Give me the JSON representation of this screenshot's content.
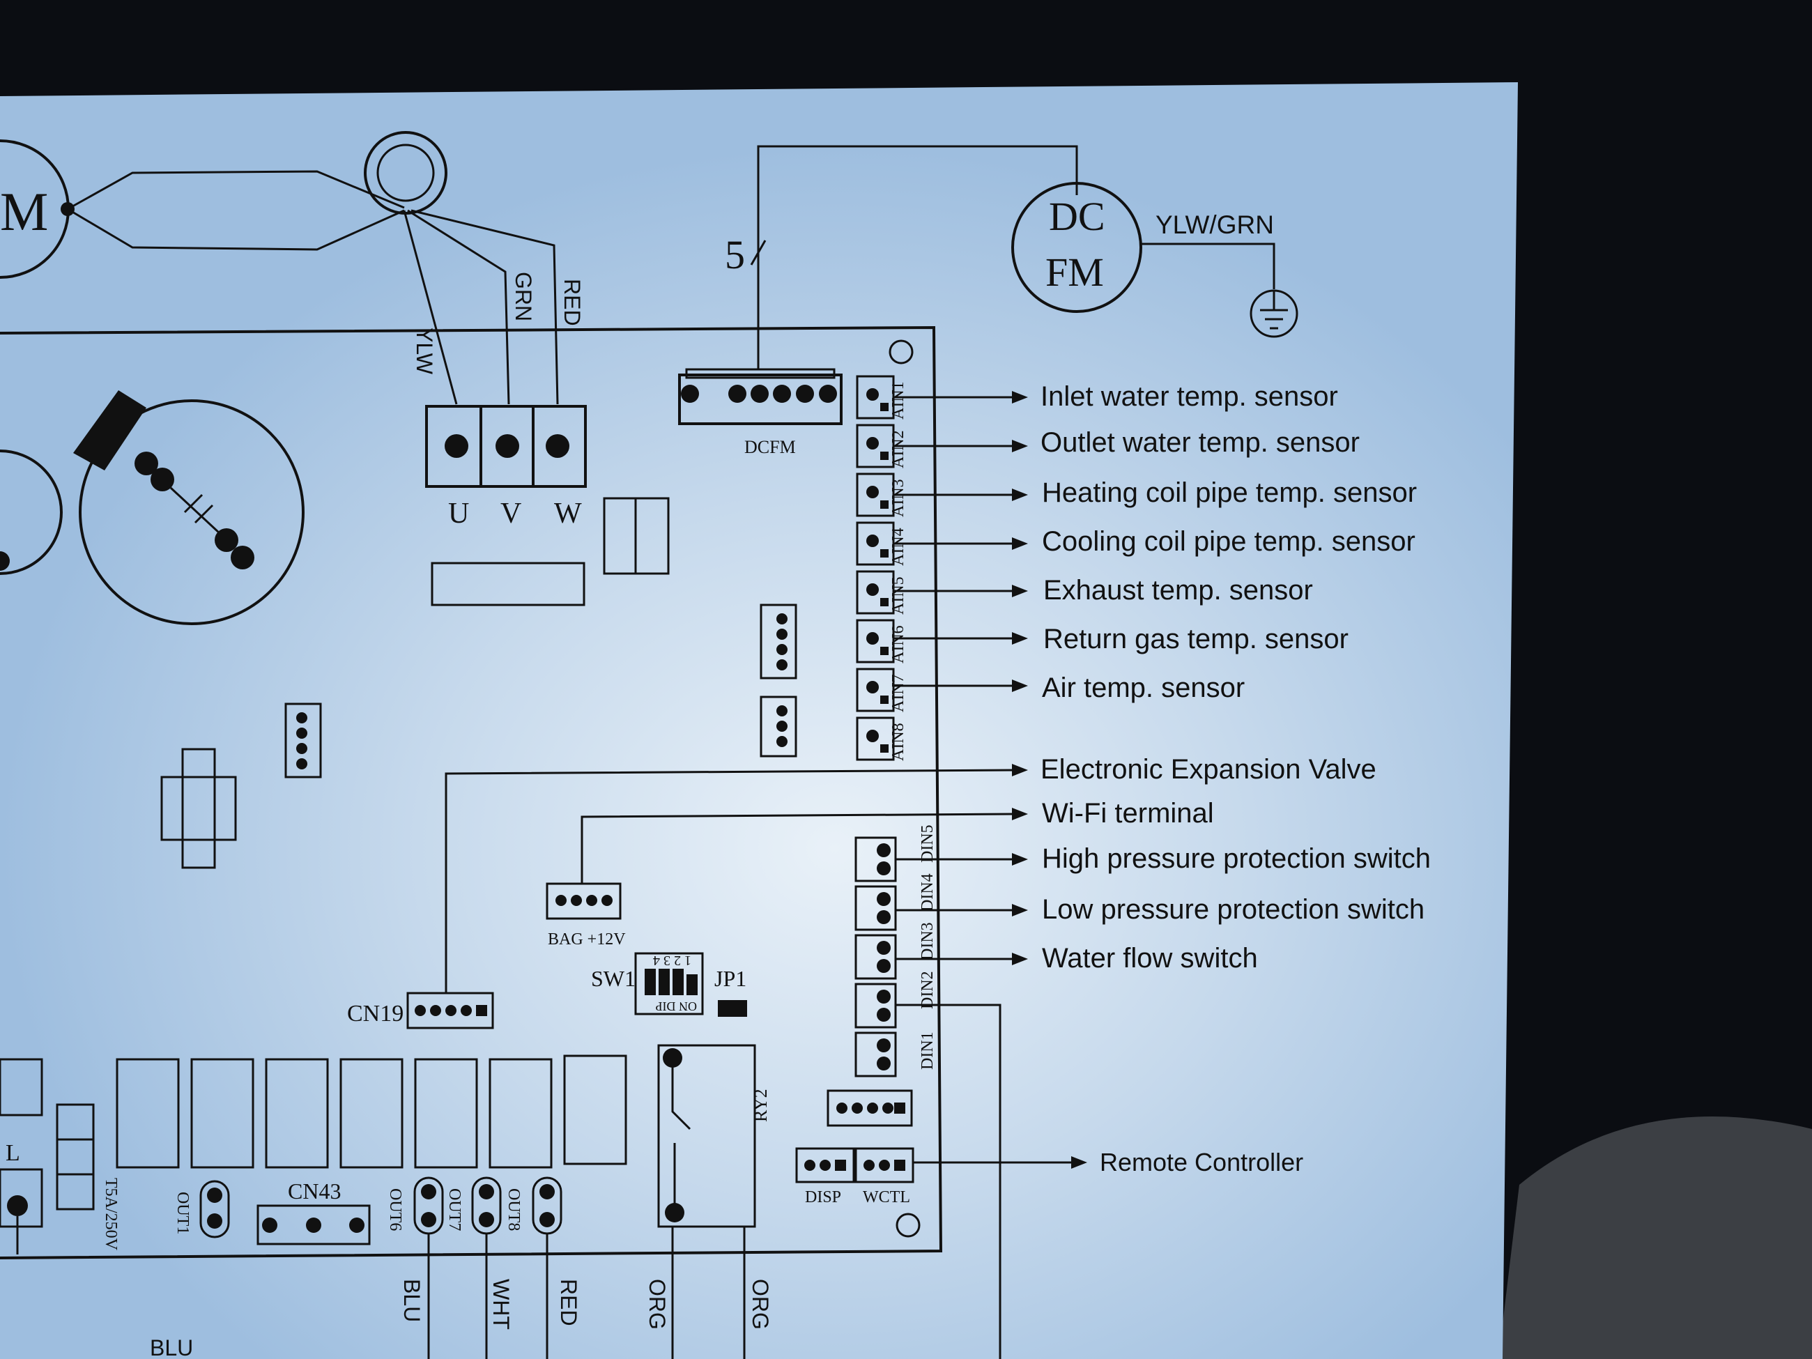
{
  "colors": {
    "paper": "#b9d3ec",
    "ink": "#111111",
    "background": "#0b0d12"
  },
  "motor": {
    "compressor_partial": "M",
    "fan_line1": "DC",
    "fan_line2": "FM",
    "ground_wire": "YLW/GRN"
  },
  "wires_top": [
    "YLW",
    "GRN",
    "RED"
  ],
  "uvw": [
    "U",
    "V",
    "W"
  ],
  "dcfm": {
    "label": "DCFM",
    "count": "5"
  },
  "ain_labels": [
    "AIN1",
    "AIN2",
    "AIN3",
    "AIN4",
    "AIN5",
    "AIN6",
    "AIN7",
    "AIN8"
  ],
  "sensors": [
    "Inlet water temp.  sensor",
    "Outlet water temp.  sensor",
    "Heating coil pipe temp. sensor",
    "Cooling coil pipe temp. sensor",
    "Exhaust temp. sensor",
    "Return gas temp. sensor",
    "Air temp. sensor"
  ],
  "eev": "Electronic Expansion Valve",
  "wifi": "Wi-Fi terminal",
  "din_labels": [
    "DIN5",
    "DIN4",
    "DIN3",
    "DIN2",
    "DIN1"
  ],
  "switches": [
    "High pressure protection switch",
    "Low pressure protection switch",
    "Water flow switch"
  ],
  "bag": "BAG +12V",
  "sw1": "SW1",
  "dip_numbers": "1 2 3 4",
  "dip_text": "ON DIP",
  "jp1": "JP1",
  "cn19": "CN19",
  "cn43": "CN43",
  "fuse": "T5A/250V",
  "outs": [
    "OUT1",
    "OUT6",
    "OUT7",
    "OUT8"
  ],
  "ry2": "RY2",
  "disp": "DISP",
  "wctl": "WCTL",
  "remote": "Remote Controller",
  "l_label": "L",
  "bottom_wires": [
    "BLU",
    "WHT",
    "RED",
    "ORG",
    "ORG"
  ],
  "blu_bottom": "BLU"
}
